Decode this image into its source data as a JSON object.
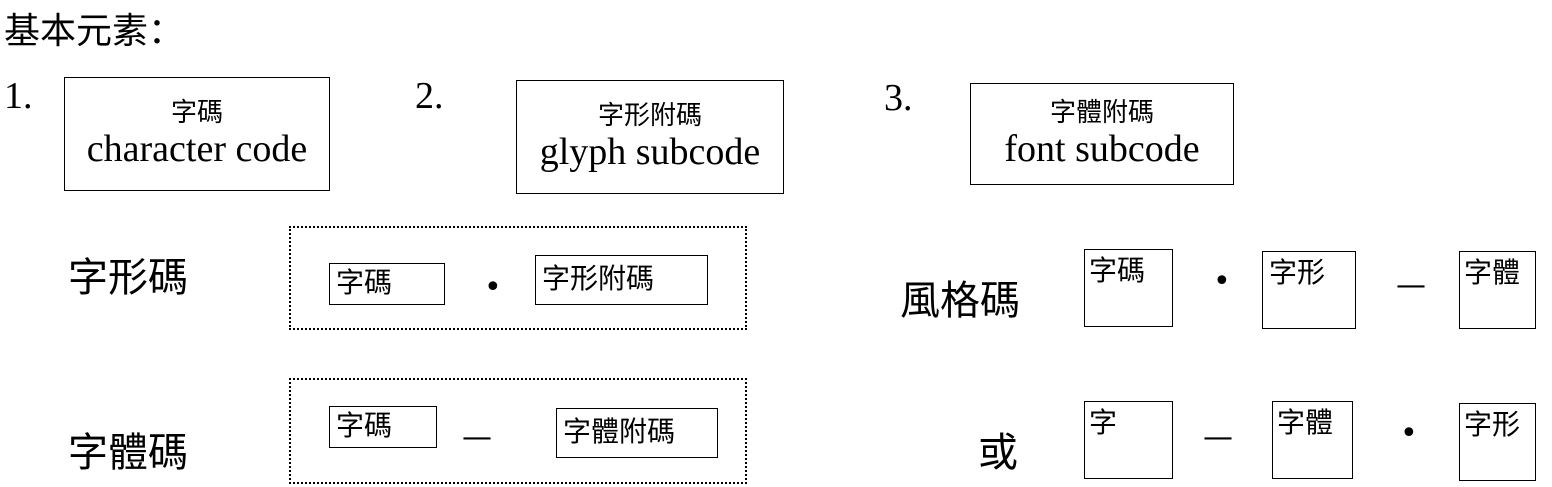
{
  "title": "基本元素：",
  "elements": [
    {
      "number": "1.",
      "zh": "字碼",
      "en": "character code"
    },
    {
      "number": "2.",
      "zh": "字形附碼",
      "en": "glyph subcode"
    },
    {
      "number": "3.",
      "zh": "字體附碼",
      "en": "font subcode"
    }
  ],
  "glyph_code": {
    "label": "字形碼",
    "part1": "字碼",
    "op": "•",
    "part2": "字形附碼"
  },
  "font_code": {
    "label": "字體碼",
    "part1": "字碼",
    "op": "—",
    "part2": "字體附碼"
  },
  "style_code": {
    "label": "風格碼",
    "part1": "字碼",
    "op1": "•",
    "part2": "字形",
    "op2": "—",
    "part3": "字體"
  },
  "style_code_alt": {
    "label": "或",
    "part1": "字",
    "op1": "—",
    "part2": "字體",
    "op2": "•",
    "part3": "字形"
  }
}
